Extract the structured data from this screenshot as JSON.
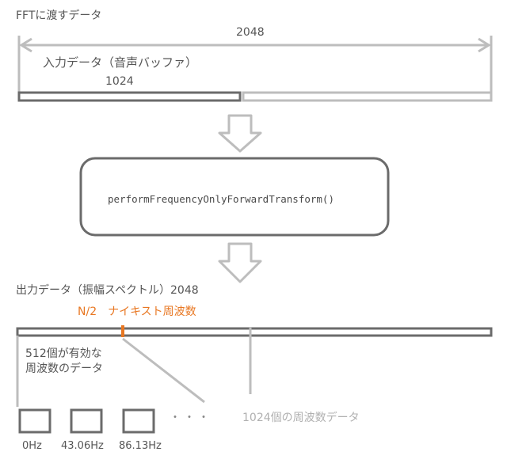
{
  "title": "FFTに渡すデータ",
  "fft_size_label": "2048",
  "input_label": "入力データ（音声バッファ）",
  "input_size_label": "1024",
  "function_name": "performFrequencyOnlyForwardTransform()",
  "output_label": "出力データ（振幅スペクトル）2048",
  "nyquist_label": "N/2　ナイキスト周波数",
  "valid_bins_label_line1": "512個が有効な",
  "valid_bins_label_line2": "周波数のデータ",
  "ellipsis": "・・・",
  "bins_label": "1024個の周波数データ",
  "bin_labels": [
    "0Hz",
    "43.06Hz",
    "86.13Hz"
  ],
  "colors": {
    "line": "#bdbdbd",
    "dark": "#6b6b6b",
    "text": "#555555",
    "accent": "#e87722",
    "faint": "#b0b0b0"
  }
}
